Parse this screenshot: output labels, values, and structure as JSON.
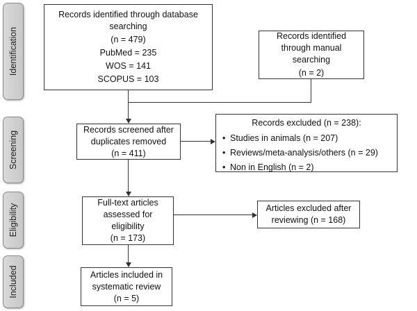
{
  "phases": {
    "identification": "Identification",
    "screening": "Screening",
    "eligibility": "Eligibility",
    "included": "Included"
  },
  "boxes": {
    "database": {
      "line1": "Records identified through database",
      "line2": "searching",
      "line3": "(n = 479)",
      "line4": "PubMed = 235",
      "line5": "WOS = 141",
      "line6": "SCOPUS = 103"
    },
    "manual": {
      "line1": "Records identified",
      "line2": "through manual",
      "line3": "searching",
      "line4": "(n = 2)"
    },
    "screened": {
      "line1": "Records screened after",
      "line2": "duplicates removed",
      "line3": "(n = 411)"
    },
    "excluded": {
      "title": "Records excluded (n = 238):",
      "items": [
        "Studies in animals (n = 207)",
        "Reviews/meta-analysis/others (n = 29)",
        "Non in English (n = 2)"
      ]
    },
    "fulltext": {
      "line1": "Full-text articles",
      "line2": "assessed for",
      "line3": "eligibility",
      "line4": "(n = 173)"
    },
    "articles_excluded": {
      "line1": "Articles excluded after",
      "line2": "reviewing (n = 168)"
    },
    "included": {
      "line1": "Articles included in",
      "line2": "systematic review",
      "line3": "(n = 5)"
    }
  }
}
